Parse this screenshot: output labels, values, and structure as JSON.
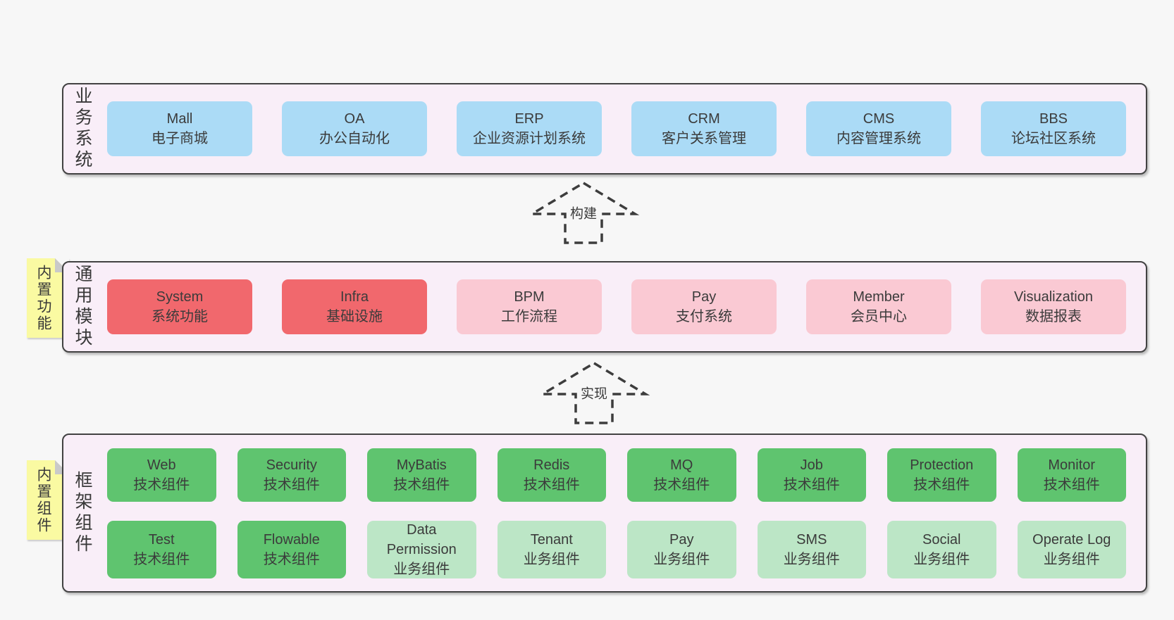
{
  "colors": {
    "page_background": "#f7f7f7",
    "panel_background": "#f9eef8",
    "panel_border": "#424242",
    "business_box_blue": "#abdbf6",
    "module_box_red": "#f1686d",
    "module_box_pink": "#fac9d3",
    "component_box_green": "#5fc46f",
    "component_box_light_green": "#bce6c6",
    "sticky_note_yellow": "#fafaa2",
    "text": "#3b3b3b"
  },
  "diagram": {
    "sections": [
      {
        "label": "业务系统",
        "rows": [
          [
            {
              "title": "Mall",
              "subtitle": "电子商城",
              "variant": "blue"
            },
            {
              "title": "OA",
              "subtitle": "办公自动化",
              "variant": "blue"
            },
            {
              "title": "ERP",
              "subtitle": "企业资源计划系统",
              "variant": "blue"
            },
            {
              "title": "CRM",
              "subtitle": "客户关系管理",
              "variant": "blue"
            },
            {
              "title": "CMS",
              "subtitle": "内容管理系统",
              "variant": "blue"
            },
            {
              "title": "BBS",
              "subtitle": "论坛社区系统",
              "variant": "blue"
            }
          ]
        ]
      },
      {
        "label": "通用模块",
        "sticky_note": "内置功能",
        "rows": [
          [
            {
              "title": "System",
              "subtitle": "系统功能",
              "variant": "red"
            },
            {
              "title": "Infra",
              "subtitle": "基础设施",
              "variant": "red"
            },
            {
              "title": "BPM",
              "subtitle": "工作流程",
              "variant": "pink"
            },
            {
              "title": "Pay",
              "subtitle": "支付系统",
              "variant": "pink"
            },
            {
              "title": "Member",
              "subtitle": "会员中心",
              "variant": "pink"
            },
            {
              "title": "Visualization",
              "subtitle": "数据报表",
              "variant": "pink"
            }
          ]
        ]
      },
      {
        "label": "框架组件",
        "sticky_note": "内置组件",
        "rows": [
          [
            {
              "title": "Web",
              "subtitle": "技术组件",
              "variant": "green"
            },
            {
              "title": "Security",
              "subtitle": "技术组件",
              "variant": "green"
            },
            {
              "title": "MyBatis",
              "subtitle": "技术组件",
              "variant": "green"
            },
            {
              "title": "Redis",
              "subtitle": "技术组件",
              "variant": "green"
            },
            {
              "title": "MQ",
              "subtitle": "技术组件",
              "variant": "green"
            },
            {
              "title": "Job",
              "subtitle": "技术组件",
              "variant": "green"
            },
            {
              "title": "Protection",
              "subtitle": "技术组件",
              "variant": "green"
            },
            {
              "title": "Monitor",
              "subtitle": "技术组件",
              "variant": "green"
            }
          ],
          [
            {
              "title": "Test",
              "subtitle": "技术组件",
              "variant": "green"
            },
            {
              "title": "Flowable",
              "subtitle": "技术组件",
              "variant": "green"
            },
            {
              "title": "Data Permission",
              "subtitle": "业务组件",
              "variant": "lightgreen"
            },
            {
              "title": "Tenant",
              "subtitle": "业务组件",
              "variant": "lightgreen"
            },
            {
              "title": "Pay",
              "subtitle": "业务组件",
              "variant": "lightgreen"
            },
            {
              "title": "SMS",
              "subtitle": "业务组件",
              "variant": "lightgreen"
            },
            {
              "title": "Social",
              "subtitle": "业务组件",
              "variant": "lightgreen"
            },
            {
              "title": "Operate Log",
              "subtitle": "业务组件",
              "variant": "lightgreen"
            }
          ]
        ]
      }
    ],
    "arrows": [
      {
        "label": "构建"
      },
      {
        "label": "实现"
      }
    ]
  }
}
